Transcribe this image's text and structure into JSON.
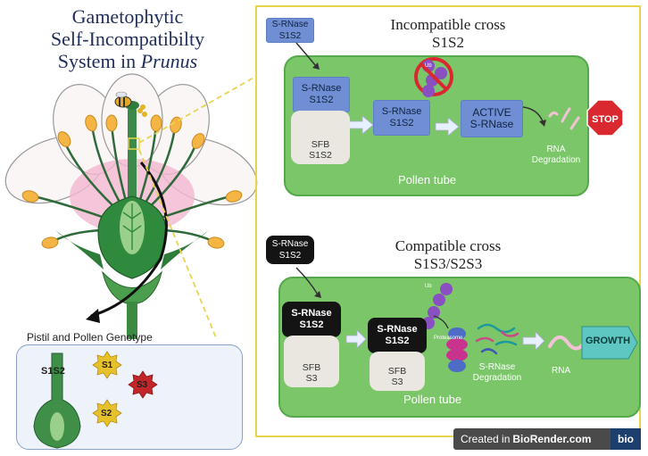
{
  "title": {
    "line1": "Gametophytic",
    "line2": "Self-Incompatibilty",
    "line3_prefix": "System in ",
    "line3_italic": "Prunus"
  },
  "incompatible": {
    "title_line1": "Incompatible cross",
    "title_line2": "S1S2",
    "outside_rnase": {
      "l1": "S-RNase",
      "l2": "S1S2"
    },
    "rnase1": {
      "l1": "S-RNase",
      "l2": "S1S2"
    },
    "sfb": {
      "l1": "SFB",
      "l2": "S1S2"
    },
    "rnase2": {
      "l1": "S-RNase",
      "l2": "S1S2"
    },
    "active": {
      "l1": "ACTIVE",
      "l2": "S-RNase"
    },
    "rna_deg": {
      "l1": "RNA",
      "l2": "Degradation"
    },
    "ub": "Ub",
    "stop": "STOP",
    "pollen_tube": "Pollen tube"
  },
  "compatible": {
    "title_line1": "Compatible cross",
    "title_line2": "S1S3/S2S3",
    "outside_rnase": {
      "l1": "S-RNase",
      "l2": "S1S2"
    },
    "rnase1": {
      "l1": "S-RNase",
      "l2": "S1S2"
    },
    "sfb1": {
      "l1": "SFB",
      "l2": "S3"
    },
    "rnase2": {
      "l1": "S-RNase",
      "l2": "S1S2"
    },
    "sfb2": {
      "l1": "SFB",
      "l2": "S3"
    },
    "proteasome": "Proteasome",
    "rnase_deg": {
      "l1": "S-RNase",
      "l2": "Degradation"
    },
    "rna": "RNA",
    "growth": "GROWTH",
    "ub": "Ub",
    "pollen_tube": "Pollen tube"
  },
  "genotype": {
    "label": "Pistil and Pollen Genotype",
    "pistil": "S1S2",
    "s1": "S1",
    "s2": "S2",
    "s3": "S3"
  },
  "badge": {
    "prefix": "Created in",
    "brand": "BioRender.com",
    "logo": "bio"
  },
  "colors": {
    "tube_green": "#7cc66a",
    "rnase_blue": "#6f8ed3",
    "stop_red": "#d9282f",
    "ub_purple": "#8a4fc0",
    "growth_teal": "#5fc7c2",
    "frame_yellow": "#e8d44d"
  }
}
